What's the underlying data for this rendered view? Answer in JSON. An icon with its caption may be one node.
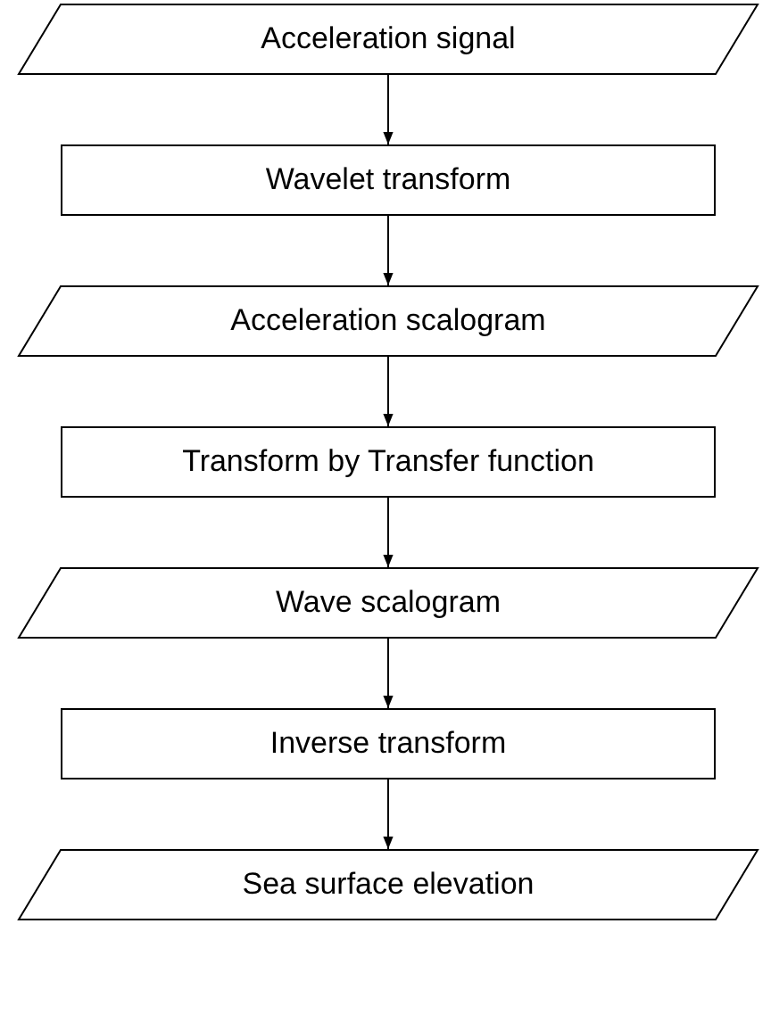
{
  "diagram": {
    "nodes": [
      {
        "text": [
          "Acceleration signal"
        ]
      },
      {
        "text": [
          "Wavelet transform"
        ]
      },
      {
        "text": [
          "Acceleration scalogram"
        ]
      },
      {
        "text": [
          "Transform by Transfer function"
        ]
      },
      {
        "text": [
          "Wave scalogram"
        ]
      },
      {
        "text": [
          "Inverse transform"
        ]
      },
      {
        "text": [
          "Sea surface elevation"
        ]
      }
    ],
    "edges": [
      {
        "from": 0,
        "to": 1,
        "arrow": "to"
      },
      {
        "from": 1,
        "to": 2,
        "arrow": "to"
      },
      {
        "from": 2,
        "to": 3,
        "arrow": "to"
      },
      {
        "from": 3,
        "to": 4,
        "arrow": "to"
      },
      {
        "from": 4,
        "to": 5,
        "arrow": "to"
      },
      {
        "from": 5,
        "to": 6,
        "arrow": "to"
      }
    ]
  }
}
